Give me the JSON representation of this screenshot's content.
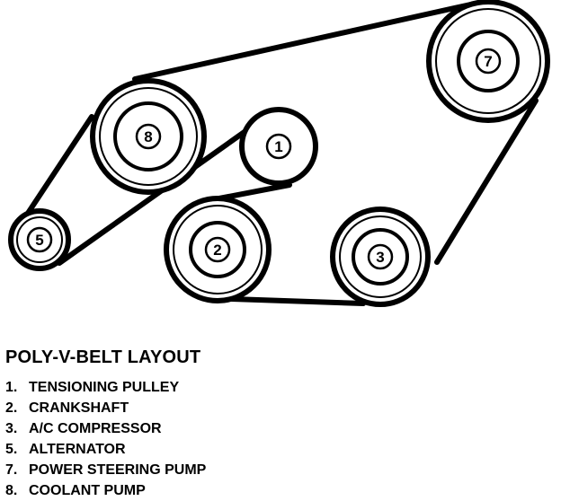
{
  "diagram": {
    "pulleys": [
      {
        "id": "8",
        "label": "8"
      },
      {
        "id": "1",
        "label": "1"
      },
      {
        "id": "7",
        "label": "7"
      },
      {
        "id": "5",
        "label": "5"
      },
      {
        "id": "2",
        "label": "2"
      },
      {
        "id": "3",
        "label": "3"
      }
    ]
  },
  "legend": {
    "title": "POLY-V-BELT LAYOUT",
    "items": [
      {
        "number": "1.",
        "text": "TENSIONING PULLEY"
      },
      {
        "number": "2.",
        "text": "CRANKSHAFT"
      },
      {
        "number": "3.",
        "text": "A/C COMPRESSOR"
      },
      {
        "number": "5.",
        "text": "ALTERNATOR"
      },
      {
        "number": "7.",
        "text": "POWER STEERING PUMP"
      },
      {
        "number": "8.",
        "text": "COOLANT PUMP"
      }
    ]
  }
}
